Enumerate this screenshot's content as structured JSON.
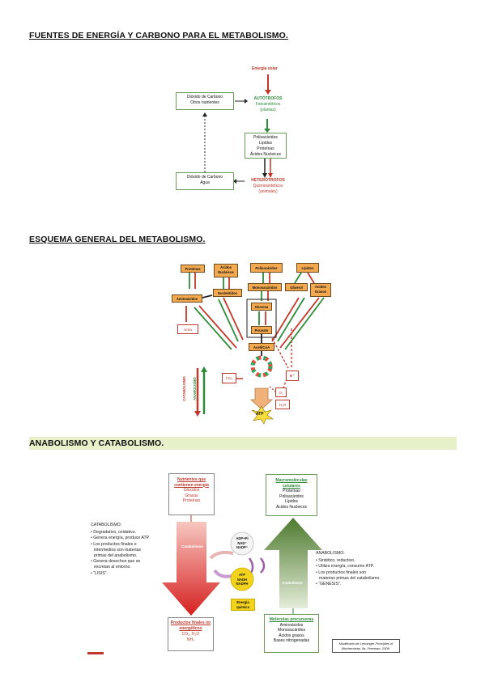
{
  "headings": {
    "h1": "FUENTES DE ENERGÍA Y CARBONO PARA EL METABOLISMO.",
    "h2": "ESQUEMA GENERAL DEL METABOLISMO.",
    "h3": "ANABOLISMO Y CATABOLISMO."
  },
  "d1": {
    "solar": "Energía solar",
    "co2_box": [
      "Dióxido de Carbono",
      "Otros nutrientes"
    ],
    "auto": [
      "AUTÓTROFOS",
      "Fotosintéticos",
      "(plantas)"
    ],
    "macro": [
      "Polisacáridos",
      "Lípidos",
      "Proteínas",
      "Ácidos Nucleicos"
    ],
    "co2_water": [
      "Dióxido de Carbono",
      "Agua"
    ],
    "hetero": [
      "HETERÓTROFOS",
      "Quimiosintéticos",
      "(animales)"
    ]
  },
  "d2": {
    "top": [
      "Proteínas",
      "Ácidos Nucleicos",
      "Polisacáridos",
      "Lípidos"
    ],
    "mid": [
      "Aminoácidos",
      "Nucleótidos",
      "Monosacáridos",
      "Glicerol",
      "Ácidos Grasos"
    ],
    "glucosa": "Glucosa",
    "piruvato": "Piruvato",
    "acetilcoa": "AcetilCoA",
    "urea": "Urea",
    "co2": "CO₂",
    "o2": "O₂",
    "h2o": "H₂O",
    "e": "e⁻",
    "atp": "ATP",
    "catab": "CATABOLISMO",
    "anab": "ANABOLISMO"
  },
  "d3": {
    "nutrients": [
      "Nutrientes que contienen energía",
      "Glúcidos",
      "Grasas",
      "Proteínas"
    ],
    "macro": [
      "Macromoléculas celulares",
      "Proteínas",
      "Polisacáridos",
      "Lípidos",
      "Ácidos Nucleicos"
    ],
    "catab_label": "Catabolismo",
    "anab_label": "Anabolismo",
    "adp": [
      "ADP+Pi",
      "NAD⁺",
      "NADP⁺"
    ],
    "atp": [
      "ATP",
      "NADH",
      "NADPH"
    ],
    "energia": [
      "Energía",
      "química"
    ],
    "products": [
      "Productos finales no energéticos",
      "CO₂, H₂O",
      "NH₃"
    ],
    "precursors": [
      "Moléculas precursoras",
      "Aminoácidos",
      "Monosacáridos",
      "Ácidos grasos",
      "Bases nitrogenadas"
    ],
    "catab_title": "CATABOLISMO:",
    "catab_items": [
      "• Degradativo, oxidativo.",
      "• Genera energía, produce ATP.",
      "• Los productos finales e",
      "  intermedios son materias",
      "  primas del anabolismo.",
      "• Genera desechos que se",
      "  excretan al entorno.",
      "• “LISIS”."
    ],
    "anab_title": "ANABOLISMO:",
    "anab_items": [
      "• Sintético, reductivo.",
      "• Utiliza energía, consume ATP.",
      "• Los productos finales son",
      "  materias primas del catabolismo.",
      "• “GENESIS”."
    ],
    "credit": [
      "Modificado de Lehninger Principles of",
      "Biochemistry, 5a. Freeman. 2008."
    ]
  }
}
